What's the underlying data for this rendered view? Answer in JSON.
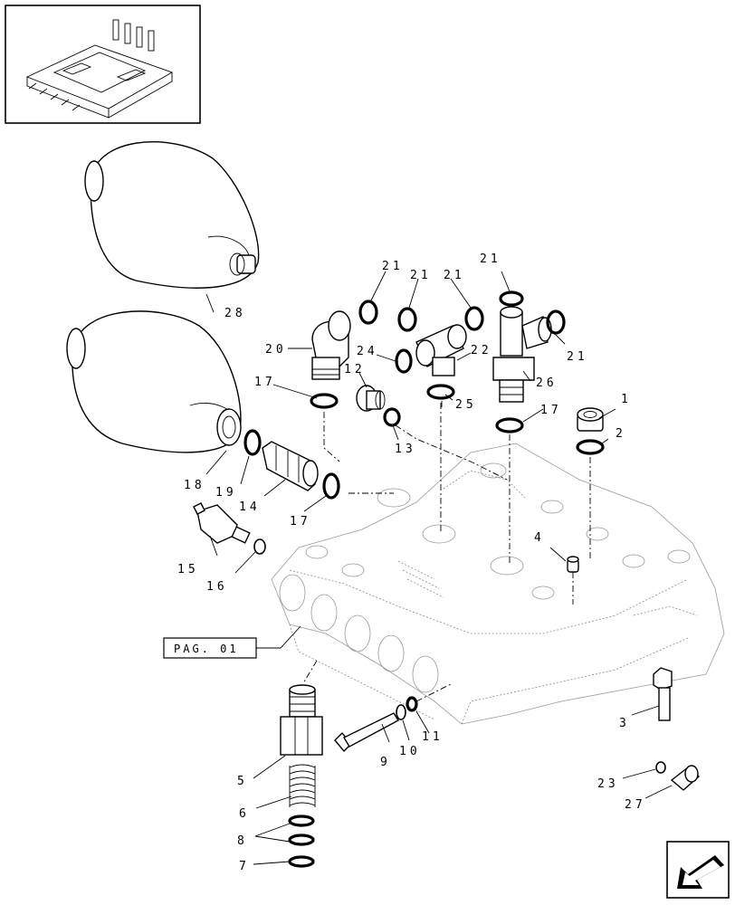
{
  "reference_label": "PAG. 01",
  "callouts": {
    "c1": "1",
    "c2": "2",
    "c3": "3",
    "c4": "4",
    "c5": "5",
    "c6": "6",
    "c7": "7",
    "c8": "8",
    "c9": "9",
    "c10": "10",
    "c11": "11",
    "c12": "12",
    "c13": "13",
    "c14": "14",
    "c15": "15",
    "c16": "16",
    "c17": "17",
    "c18": "18",
    "c19": "19",
    "c20": "20",
    "c21": "21",
    "c22": "22",
    "c23": "23",
    "c24": "24",
    "c25": "25",
    "c26": "26",
    "c27": "27",
    "c28": "28"
  },
  "icons": {
    "thumbnail": "valve-assembly-thumbnail-icon",
    "navigation": "next-page-arrow-icon"
  }
}
